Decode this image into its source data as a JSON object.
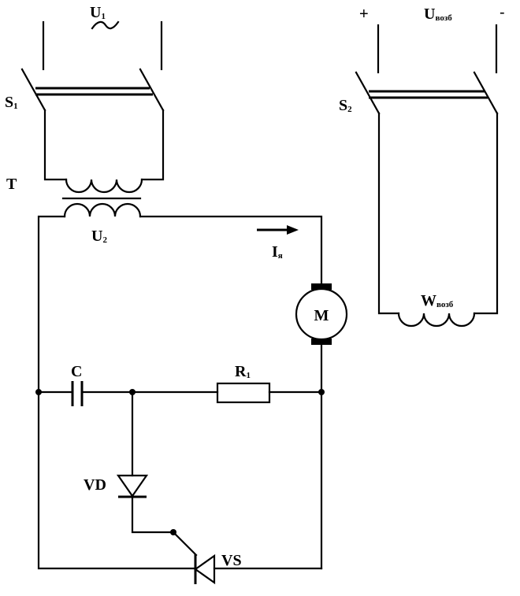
{
  "labels": {
    "u1": {
      "main": "U",
      "sub": "1"
    },
    "s1": {
      "main": "S",
      "sub": "1"
    },
    "t": {
      "main": "T"
    },
    "u2": {
      "main": "U",
      "sub": "2"
    },
    "ia": {
      "main": "I",
      "sub": "я"
    },
    "m": {
      "main": "M"
    },
    "c": {
      "main": "C"
    },
    "r1": {
      "main": "R",
      "sub": "1"
    },
    "vd": {
      "main": "VD"
    },
    "vs": {
      "main": "VS"
    },
    "s2": {
      "main": "S",
      "sub": "2"
    },
    "uexc": {
      "main": "U",
      "sub": "возб"
    },
    "plus": {
      "main": "+"
    },
    "minus": {
      "main": "-"
    },
    "wexc": {
      "main": "W",
      "sub": "возб"
    }
  }
}
